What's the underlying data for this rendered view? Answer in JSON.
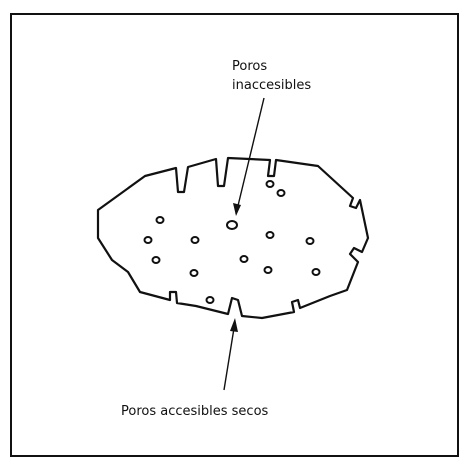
{
  "figure": {
    "labels": {
      "inaccessible_line1": "Poros",
      "inaccessible_line2": "inaccesibles",
      "accessible": "Poros accesibles secos"
    },
    "colors": {
      "ink": "#111111",
      "background": "#ffffff"
    }
  }
}
